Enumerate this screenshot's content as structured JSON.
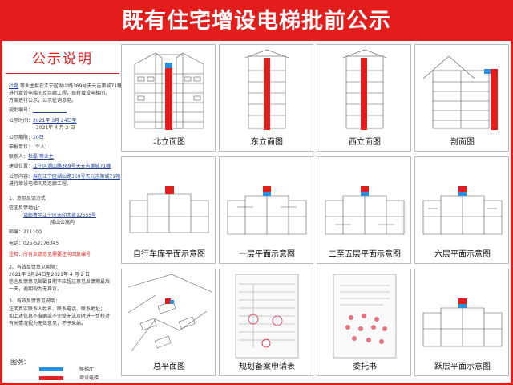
{
  "header": {
    "title": "既有住宅增设电梯批前公示"
  },
  "notice": {
    "title": "公示说明",
    "applicant_name": "杜磊",
    "applicant_rest": "等业主拟在江宁区湖山路369号天元吉第城71幢",
    "line2": "进行增设电梯间及连廊工程，现将增设电梯间，",
    "line3": "方案进行公示，公示征询意见。",
    "plan_no_label": "规划编号：",
    "period_label": "公示时间：",
    "period_start": "2021年 3月 24日至",
    "period_end": "2021年 4 月 2 日",
    "days_label": "公示期限：",
    "days_value": "10日",
    "applicant_label": "申报单位：（个人）",
    "contact_label": "联系人：",
    "contact_value": "杜磊 等业主",
    "site_label": "建设位置：",
    "site_value": "江宁区湖山路369号天元吉第城71幢",
    "content_label": "公示内容：",
    "content_value": "拟在江宁区湖山路369号天元吉第城71幢",
    "content_rest": "进行增设电梯间及连廊工程。",
    "feedback_head": "1、意见反馈方式",
    "mail_label": "信函反馈地址：",
    "mail_value": "请邮寄至江宁区天印大道12555号",
    "mail_value2": "成山公寓内",
    "zip_label": "邮编：",
    "zip_value": "211100",
    "tel_label": "电话：",
    "tel_value": "025-52176045",
    "note_red": "注释：所有反馈意见需要注明回复编号",
    "period2_head": "2、有效反馈意见期限：",
    "period2_value": "2021年 3月24日至2021年 4 月 2 日",
    "period2_note": "信函反馈意见邮戳日期不应超过意见反馈期最后",
    "period2_note2": "一天，逾期视为无异议。",
    "valid_head": "3、有效反馈意见说明：",
    "valid_1": "注明真实联系人姓名、联系电话、联系地址；",
    "valid_2": "如上述信息不准确或不完整无法及时进一步校对",
    "valid_3": "有关情况视为无效意见，不予采纳。",
    "legend_title": "图例：",
    "legend": [
      {
        "label": "候梯厅",
        "color": "#2b8fe0"
      },
      {
        "label": "增设电梯",
        "color": "#e31c1c"
      }
    ]
  },
  "grid": {
    "captions": [
      "北立面图",
      "东立面图",
      "西立面图",
      "剖面图",
      "自行车库平面示意图",
      "一层平面示意图",
      "二至五层平面示意图",
      "六层平面示意图",
      "总平面图",
      "规划备案申请表",
      "委托书",
      "跃层平面示意图"
    ]
  },
  "colors": {
    "accent": "#e31c1c",
    "hall": "#2b8fe0",
    "elevator": "#e31c1c"
  }
}
